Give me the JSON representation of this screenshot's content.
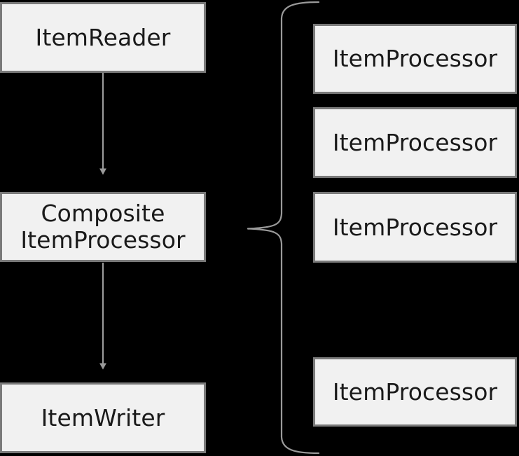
{
  "diagram": {
    "title": "CompositeItemProcessor flow",
    "background_color": "#000000",
    "node_fill_color": "#f1f1f1",
    "node_border_color": "#7a7a7a",
    "node_text_color": "#1a1a1a",
    "connector_color": "#9a9a9a",
    "nodes": {
      "item_reader": {
        "label": "ItemReader"
      },
      "composite_item_processor": {
        "label": "Composite\nItemProcessor"
      },
      "item_writer": {
        "label": "ItemWriter"
      },
      "item_processor_1": {
        "label": "ItemProcessor"
      },
      "item_processor_2": {
        "label": "ItemProcessor"
      },
      "item_processor_3": {
        "label": "ItemProcessor"
      },
      "item_processor_4": {
        "label": "ItemProcessor"
      }
    },
    "connectors": [
      {
        "name": "reader-to-composite",
        "type": "arrow",
        "from": "item_reader",
        "to": "composite_item_processor",
        "label": ""
      },
      {
        "name": "composite-to-writer",
        "type": "arrow",
        "from": "composite_item_processor",
        "to": "item_writer",
        "label": ""
      },
      {
        "name": "composite-to-processors-brace",
        "type": "curly-brace",
        "from": "composite_item_processor",
        "to": "item_processor_group",
        "label": ""
      }
    ]
  }
}
